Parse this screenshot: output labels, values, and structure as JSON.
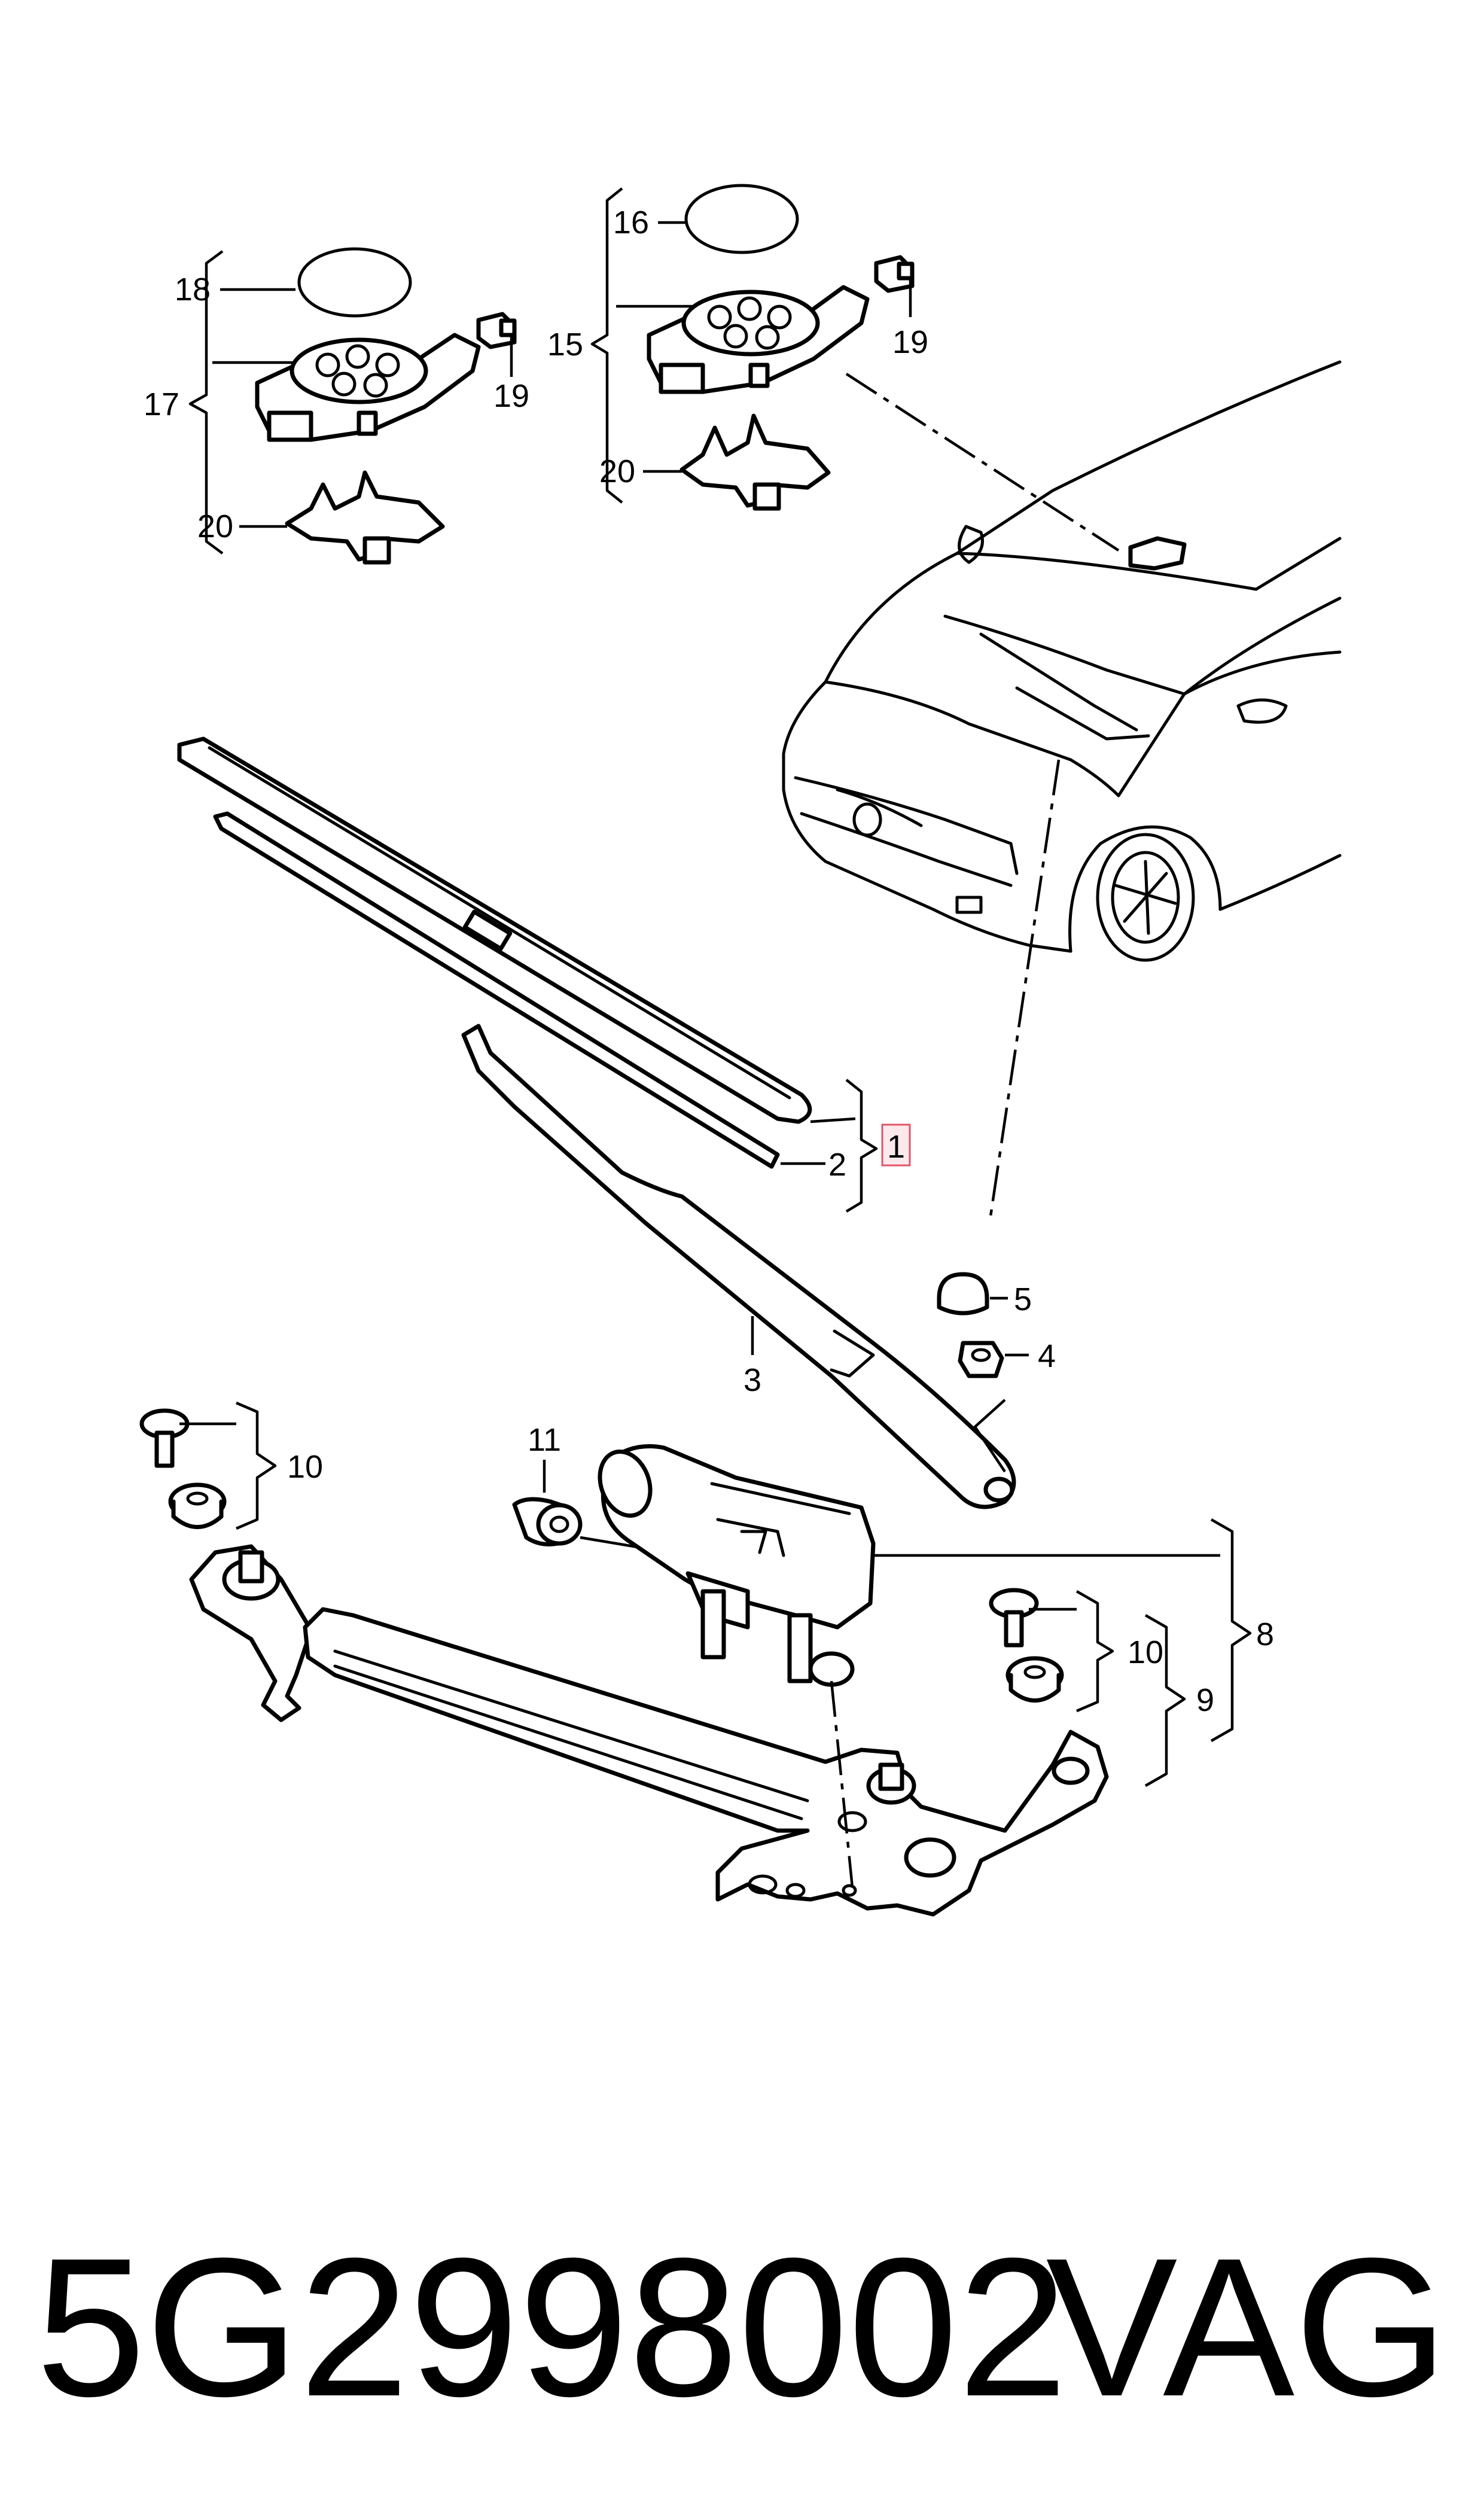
{
  "callouts": {
    "c1": "1",
    "c2": "2",
    "c3": "3",
    "c4": "4",
    "c5": "5",
    "c8": "8",
    "c9": "9",
    "c10a": "10",
    "c10b": "10",
    "c11": "11",
    "c15": "15",
    "c16": "16",
    "c17": "17",
    "c18": "18",
    "c19a": "19",
    "c19b": "19",
    "c20a": "20",
    "c20b": "20"
  },
  "highlight": {
    "callout": "1",
    "color": "#e0556a"
  },
  "footer": {
    "part_number": "5G2998002",
    "brand": "VAG"
  }
}
